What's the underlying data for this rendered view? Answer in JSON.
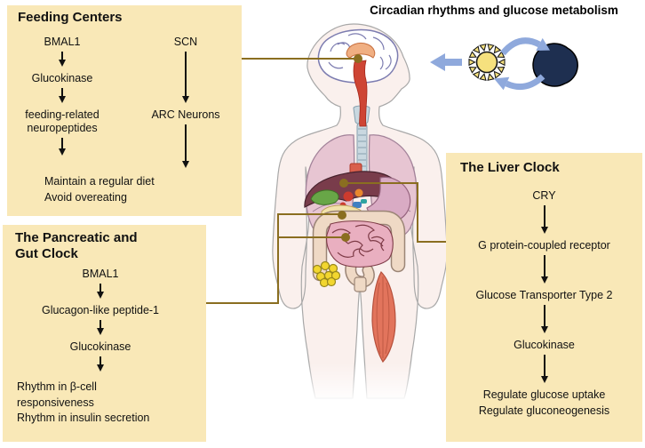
{
  "diagram_title": "Circadian rhythms and glucose metabolism",
  "colors": {
    "panel_bg": "#F9E8B7",
    "connector_line": "#8A6E20",
    "sun_yellow": "#F6E17E",
    "moon_navy": "#1E2F50",
    "cycle_arrow_blue": "#8FA9DC",
    "text": "#111111"
  },
  "icons": {
    "sun": "sun-icon",
    "moon": "moon-icon",
    "cycle_arrows": "day-night-cycle-arrows",
    "light_arrow": "light-to-body-arrow-icon",
    "flow_arrow": "down-arrow-icon",
    "body": "human-body-illustration"
  },
  "panels": {
    "feeding": {
      "title": "Feeding Centers",
      "column1": [
        "BMAL1",
        "Glucokinase",
        "feeding-related neuropeptides"
      ],
      "column2": [
        "SCN",
        "ARC Neurons"
      ],
      "outcomes": [
        "Maintain a regular diet",
        "Avoid overeating"
      ]
    },
    "pancreatic_gut": {
      "title": "The Pancreatic and Gut Clock",
      "steps": [
        "BMAL1",
        "Glucagon-like peptide-1",
        "Glucokinase"
      ],
      "outcomes": [
        "Rhythm in β-cell responsiveness",
        "Rhythm in insulin secretion"
      ]
    },
    "liver": {
      "title": "The Liver Clock",
      "steps": [
        "CRY",
        "G protein-coupled receptor",
        "Glucose Transporter Type 2",
        "Glucokinase"
      ],
      "outcomes": [
        "Regulate glucose uptake",
        "Regulate gluconeogenesis"
      ]
    }
  }
}
